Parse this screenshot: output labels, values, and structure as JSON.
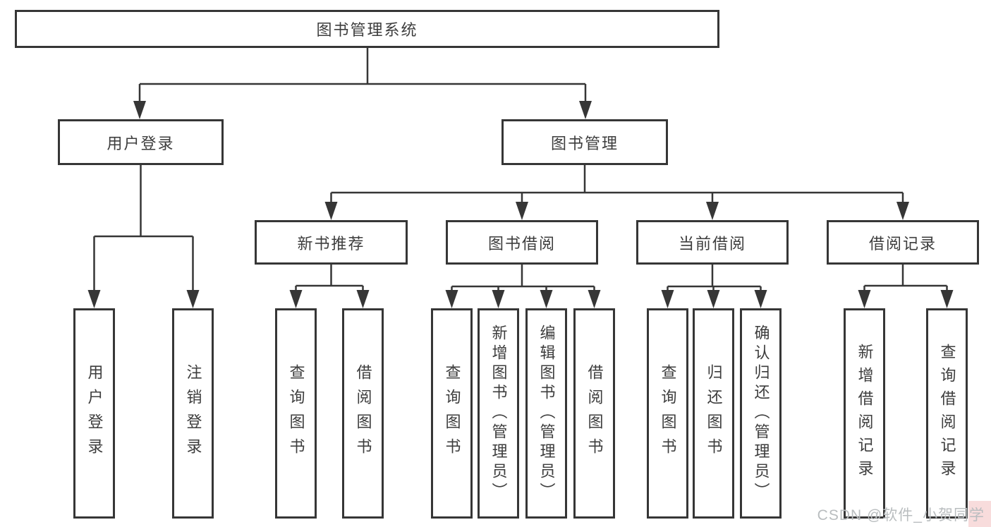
{
  "tree": {
    "label": "图书管理系统",
    "children": [
      {
        "label": "用户登录",
        "children": [
          {
            "label": "用户登录"
          },
          {
            "label": "注销登录"
          }
        ]
      },
      {
        "label": "图书管理",
        "children": [
          {
            "label": "新书推荐",
            "children": [
              {
                "label": "查询图书"
              },
              {
                "label": "借阅图书"
              }
            ]
          },
          {
            "label": "图书借阅",
            "children": [
              {
                "label": "查询图书"
              },
              {
                "label": "新增图书（管理员）"
              },
              {
                "label": "编辑图书（管理员）"
              },
              {
                "label": "借阅图书"
              }
            ]
          },
          {
            "label": "当前借阅",
            "children": [
              {
                "label": "查询图书"
              },
              {
                "label": "归还图书"
              },
              {
                "label": "确认归还（管理员）"
              }
            ]
          },
          {
            "label": "借阅记录",
            "children": [
              {
                "label": "新增借阅记录"
              },
              {
                "label": "查询借阅记录"
              }
            ]
          }
        ]
      }
    ]
  },
  "watermark": {
    "text": "CSDN @软件_小贺同学"
  },
  "colors": {
    "line": "#363636",
    "box_border": "#363636",
    "text": "#3d3d3d",
    "background": "#ffffff",
    "watermark_text": "#b9bdbf",
    "watermark_pink": "#f8dcdc"
  }
}
